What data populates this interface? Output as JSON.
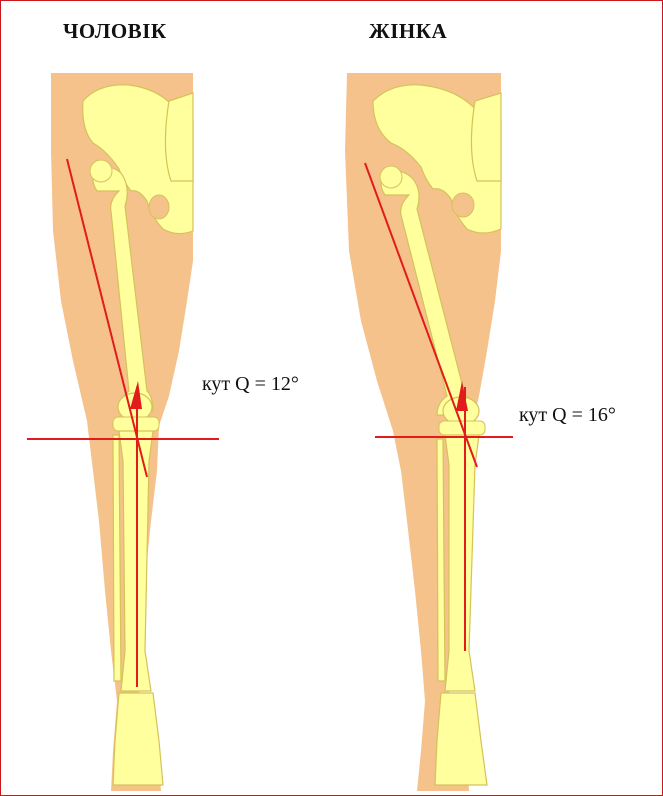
{
  "left": {
    "title": "ЧОЛОВІК",
    "angle_label": "кут Q = 12°"
  },
  "right": {
    "title": "ЖІНКА",
    "angle_label": "кут Q = 16°"
  },
  "colors": {
    "skin": "#f6c28b",
    "bone": "#ffff9e",
    "bone_outline": "#d4c25a",
    "line": "#e21b1b",
    "frame": "#c8181e"
  }
}
